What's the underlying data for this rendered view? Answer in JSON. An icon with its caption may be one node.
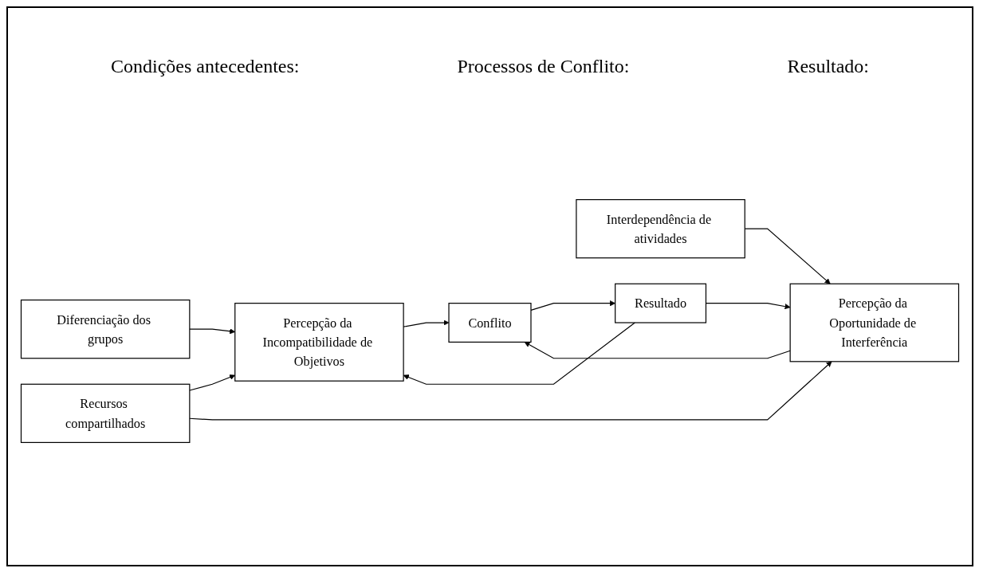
{
  "diagram": {
    "nodes": [
      {
        "text": [
          "Diferenciação dos grupos"
        ]
      },
      {
        "text": [
          "Recursos compartilhados"
        ]
      },
      {
        "text": [
          "Interdependência de atividades"
        ]
      },
      {
        "text": [
          "Percepção da Incompatibilidade de Objetivos"
        ]
      },
      {
        "text": [
          "Percepção da Oportunidade de Interferência"
        ]
      },
      {
        "text": [
          "Conflito"
        ]
      },
      {
        "text": [
          "Resultado"
        ]
      }
    ],
    "edges": [
      {
        "from": 0,
        "to": 3,
        "arrow": "to"
      },
      {
        "from": 1,
        "to": 3,
        "arrow": "to"
      },
      {
        "from": 1,
        "to": 4,
        "arrow": "to"
      },
      {
        "from": 2,
        "to": 4,
        "arrow": "to"
      },
      {
        "from": 3,
        "to": 5,
        "arrow": "to"
      },
      {
        "from": 4,
        "to": 5,
        "arrow": "to"
      },
      {
        "from": 5,
        "to": 6,
        "arrow": "to"
      },
      {
        "from": 6,
        "to": 3,
        "arrow": "to"
      },
      {
        "from": 6,
        "to": 4,
        "arrow": "to"
      }
    ],
    "labels": [
      "Condições antecedentes:",
      "Processos de Conflito:",
      "Resultado:"
    ]
  }
}
